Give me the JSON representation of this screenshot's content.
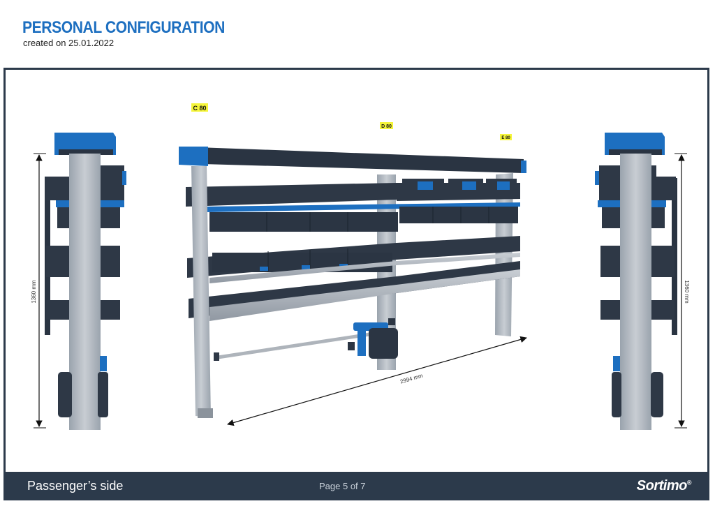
{
  "header": {
    "title": "PERSONAL CONFIGURATION",
    "subtitle": "created on 25.01.2022"
  },
  "drawing": {
    "module_labels": [
      "C 80",
      "D 80",
      "E 80"
    ],
    "dimensions": {
      "height_left": "1360 mm",
      "height_right": "1360 mm",
      "width": "2994 mm"
    },
    "colors": {
      "accent_blue": "#1d6fc0",
      "label_yellow": "#f5f53a",
      "dark_panel": "#2c3a4b"
    }
  },
  "footer": {
    "side_label": "Passenger’s side",
    "page": "Page 5 of 7",
    "logo": "Sortimo",
    "logo_mark": "®"
  }
}
